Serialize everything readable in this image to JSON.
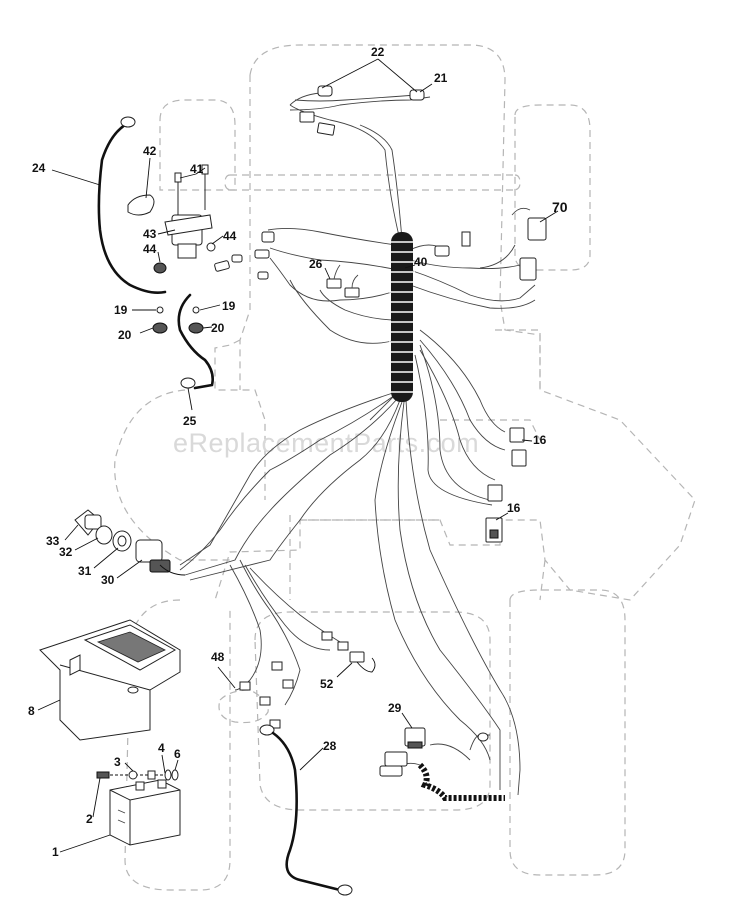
{
  "watermark": "eReplacementParts.com",
  "callouts": [
    {
      "id": "c22",
      "text": "22"
    },
    {
      "id": "c21",
      "text": "21"
    },
    {
      "id": "c42",
      "text": "42"
    },
    {
      "id": "c24",
      "text": "24"
    },
    {
      "id": "c41",
      "text": "41"
    },
    {
      "id": "c70",
      "text": "70"
    },
    {
      "id": "c43",
      "text": "43"
    },
    {
      "id": "c44a",
      "text": "44"
    },
    {
      "id": "c44b",
      "text": "44"
    },
    {
      "id": "c26",
      "text": "26"
    },
    {
      "id": "c40",
      "text": "40"
    },
    {
      "id": "c19a",
      "text": "19"
    },
    {
      "id": "c19b",
      "text": "19"
    },
    {
      "id": "c20a",
      "text": "20"
    },
    {
      "id": "c20b",
      "text": "20"
    },
    {
      "id": "c25",
      "text": "25"
    },
    {
      "id": "c16a",
      "text": "16"
    },
    {
      "id": "c16b",
      "text": "16"
    },
    {
      "id": "c33",
      "text": "33"
    },
    {
      "id": "c32",
      "text": "32"
    },
    {
      "id": "c31",
      "text": "31"
    },
    {
      "id": "c30",
      "text": "30"
    },
    {
      "id": "c48",
      "text": "48"
    },
    {
      "id": "c52",
      "text": "52"
    },
    {
      "id": "c8",
      "text": "8"
    },
    {
      "id": "c29",
      "text": "29"
    },
    {
      "id": "c28",
      "text": "28"
    },
    {
      "id": "c4",
      "text": "4"
    },
    {
      "id": "c3",
      "text": "3"
    },
    {
      "id": "c6",
      "text": "6"
    },
    {
      "id": "c2",
      "text": "2"
    },
    {
      "id": "c1",
      "text": "1"
    }
  ]
}
